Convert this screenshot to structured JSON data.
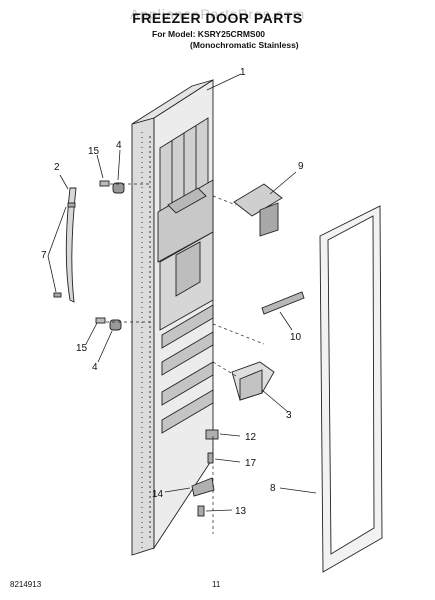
{
  "header": {
    "watermark": "AppliancePartsPros.com",
    "title": "FREEZER DOOR PARTS",
    "model_line": "For Model: KSRY25CRMS00",
    "finish_line": "(Monochromatic Stainless)"
  },
  "callouts": {
    "c1": "1",
    "c2": "2",
    "c3": "3",
    "c4a": "4",
    "c4b": "4",
    "c7": "7",
    "c8": "8",
    "c9": "9",
    "c10": "10",
    "c12": "12",
    "c13": "13",
    "c14": "14",
    "c15a": "15",
    "c15b": "15",
    "c17": "17"
  },
  "footer": {
    "doc_number": "8214913",
    "page_number": "11"
  }
}
